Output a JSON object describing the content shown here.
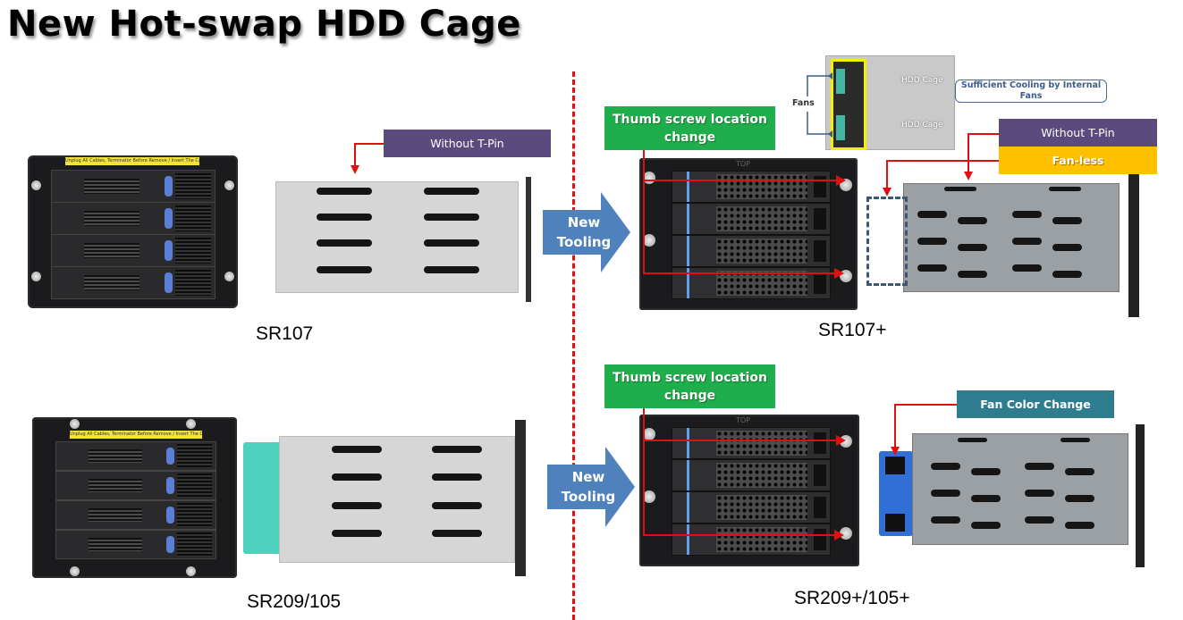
{
  "slide": {
    "title": "New Hot-swap HDD Cage"
  },
  "top_row": {
    "old_model": {
      "caption": "SR107",
      "warning_strip": "Unplug All Cables, Terminator Before Remove / Insert The Cage",
      "callout": "Without T-Pin",
      "tray_count": 4
    },
    "transition_arrow": {
      "line1": "New",
      "line2": "Tooling"
    },
    "new_model": {
      "caption": "SR107+",
      "front_label": "TOP",
      "thumb_screw_callout": "Thumb screw location change",
      "callouts": [
        "Without T-Pin",
        "Fan-less"
      ],
      "inset": {
        "fans_label": "Fans",
        "cage_labels": [
          "HDD Cage",
          "HDD Cage"
        ],
        "cooling_note": "Sufficient Cooling by Internal Fans"
      },
      "tray_count": 4
    }
  },
  "bottom_row": {
    "old_model": {
      "caption": "SR209/105",
      "warning_strip": "Unplug All Cables, Terminator Before Remove / Insert The Cage",
      "tray_count": 4
    },
    "transition_arrow": {
      "line1": "New",
      "line2": "Tooling"
    },
    "new_model": {
      "caption": "SR209+/105+",
      "front_label": "TOP",
      "thumb_screw_callout": "Thumb screw location change",
      "fan_callout": "Fan Color Change",
      "tray_count": 4
    }
  },
  "colors": {
    "divider": "#e01010",
    "purple_tag": "#5b4a7e",
    "gold_tag": "#ffc000",
    "green_tag": "#1fae4b",
    "teal_tag": "#2e7d8f",
    "arrow_blue": "#4f81bd",
    "old_fan": "#4fd1c0",
    "new_fan": "#2f6fd6"
  }
}
